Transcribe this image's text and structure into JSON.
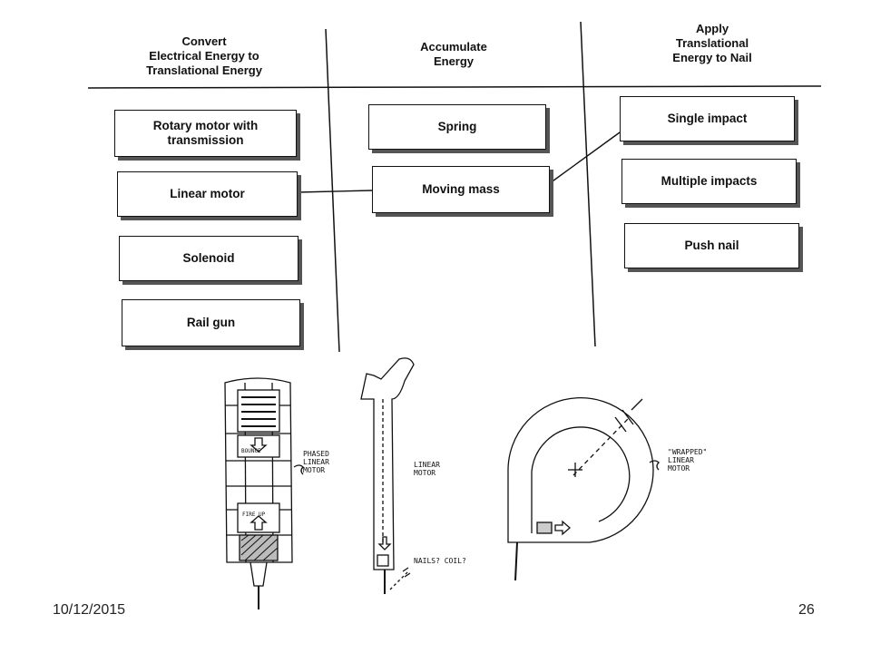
{
  "columns": [
    {
      "header": "Convert\nElectrical Energy to\nTranslational Energy"
    },
    {
      "header": "Accumulate\nEnergy"
    },
    {
      "header": "Apply\nTranslational\nEnergy to Nail"
    }
  ],
  "convert_options": [
    {
      "label": "Rotary motor with transmission"
    },
    {
      "label": "Linear motor"
    },
    {
      "label": "Solenoid"
    },
    {
      "label": "Rail gun"
    }
  ],
  "accumulate_options": [
    {
      "label": "Spring"
    },
    {
      "label": "Moving mass"
    }
  ],
  "apply_options": [
    {
      "label": "Single impact"
    },
    {
      "label": "Multiple impacts"
    },
    {
      "label": "Push nail"
    }
  ],
  "sketches": {
    "phased": {
      "label_line1": "PHASED",
      "label_line2": "LINEAR",
      "label_line3": "MOTOR",
      "bounce": "BOUNCE",
      "fire_up": "FIRE UP"
    },
    "linear": {
      "label_line1": "LINEAR",
      "label_line2": "MOTOR",
      "nails_note": "NAILS? COIL?"
    },
    "wrapped": {
      "label_line1": "\"WRAPPED\"",
      "label_line2": "LINEAR",
      "label_line3": "MOTOR"
    }
  },
  "footer": {
    "date": "10/12/2015",
    "page": "26"
  }
}
